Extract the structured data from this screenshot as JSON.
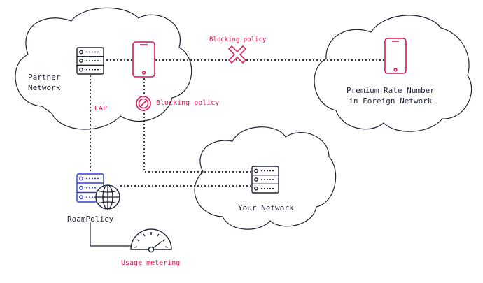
{
  "labels": {
    "partner_network": "Partner\nNetwork",
    "premium_rate": "Premium Rate Number\nin Foreign Network",
    "your_network": "Your Network",
    "roampolicy": "RoamPolicy",
    "cap": "CAP",
    "blocking_policy_top": "Blocking policy",
    "blocking_policy_mid": "Blocking policy",
    "usage_metering": "Usage metering"
  },
  "colors": {
    "ink": "#1c2233",
    "accent_red": "#dd1550",
    "roampolicy_blue": "#2b3fd6",
    "background": "#ffffff"
  },
  "icons": {
    "partner_server": "server-icon",
    "partner_phone": "mobile-phone-icon",
    "foreign_phone": "mobile-phone-icon",
    "your_server": "server-icon",
    "roampolicy_server": "server-icon",
    "globe": "globe-icon",
    "block_x": "x-cross-icon",
    "no_entry": "no-entry-icon",
    "meter": "gauge-icon"
  }
}
